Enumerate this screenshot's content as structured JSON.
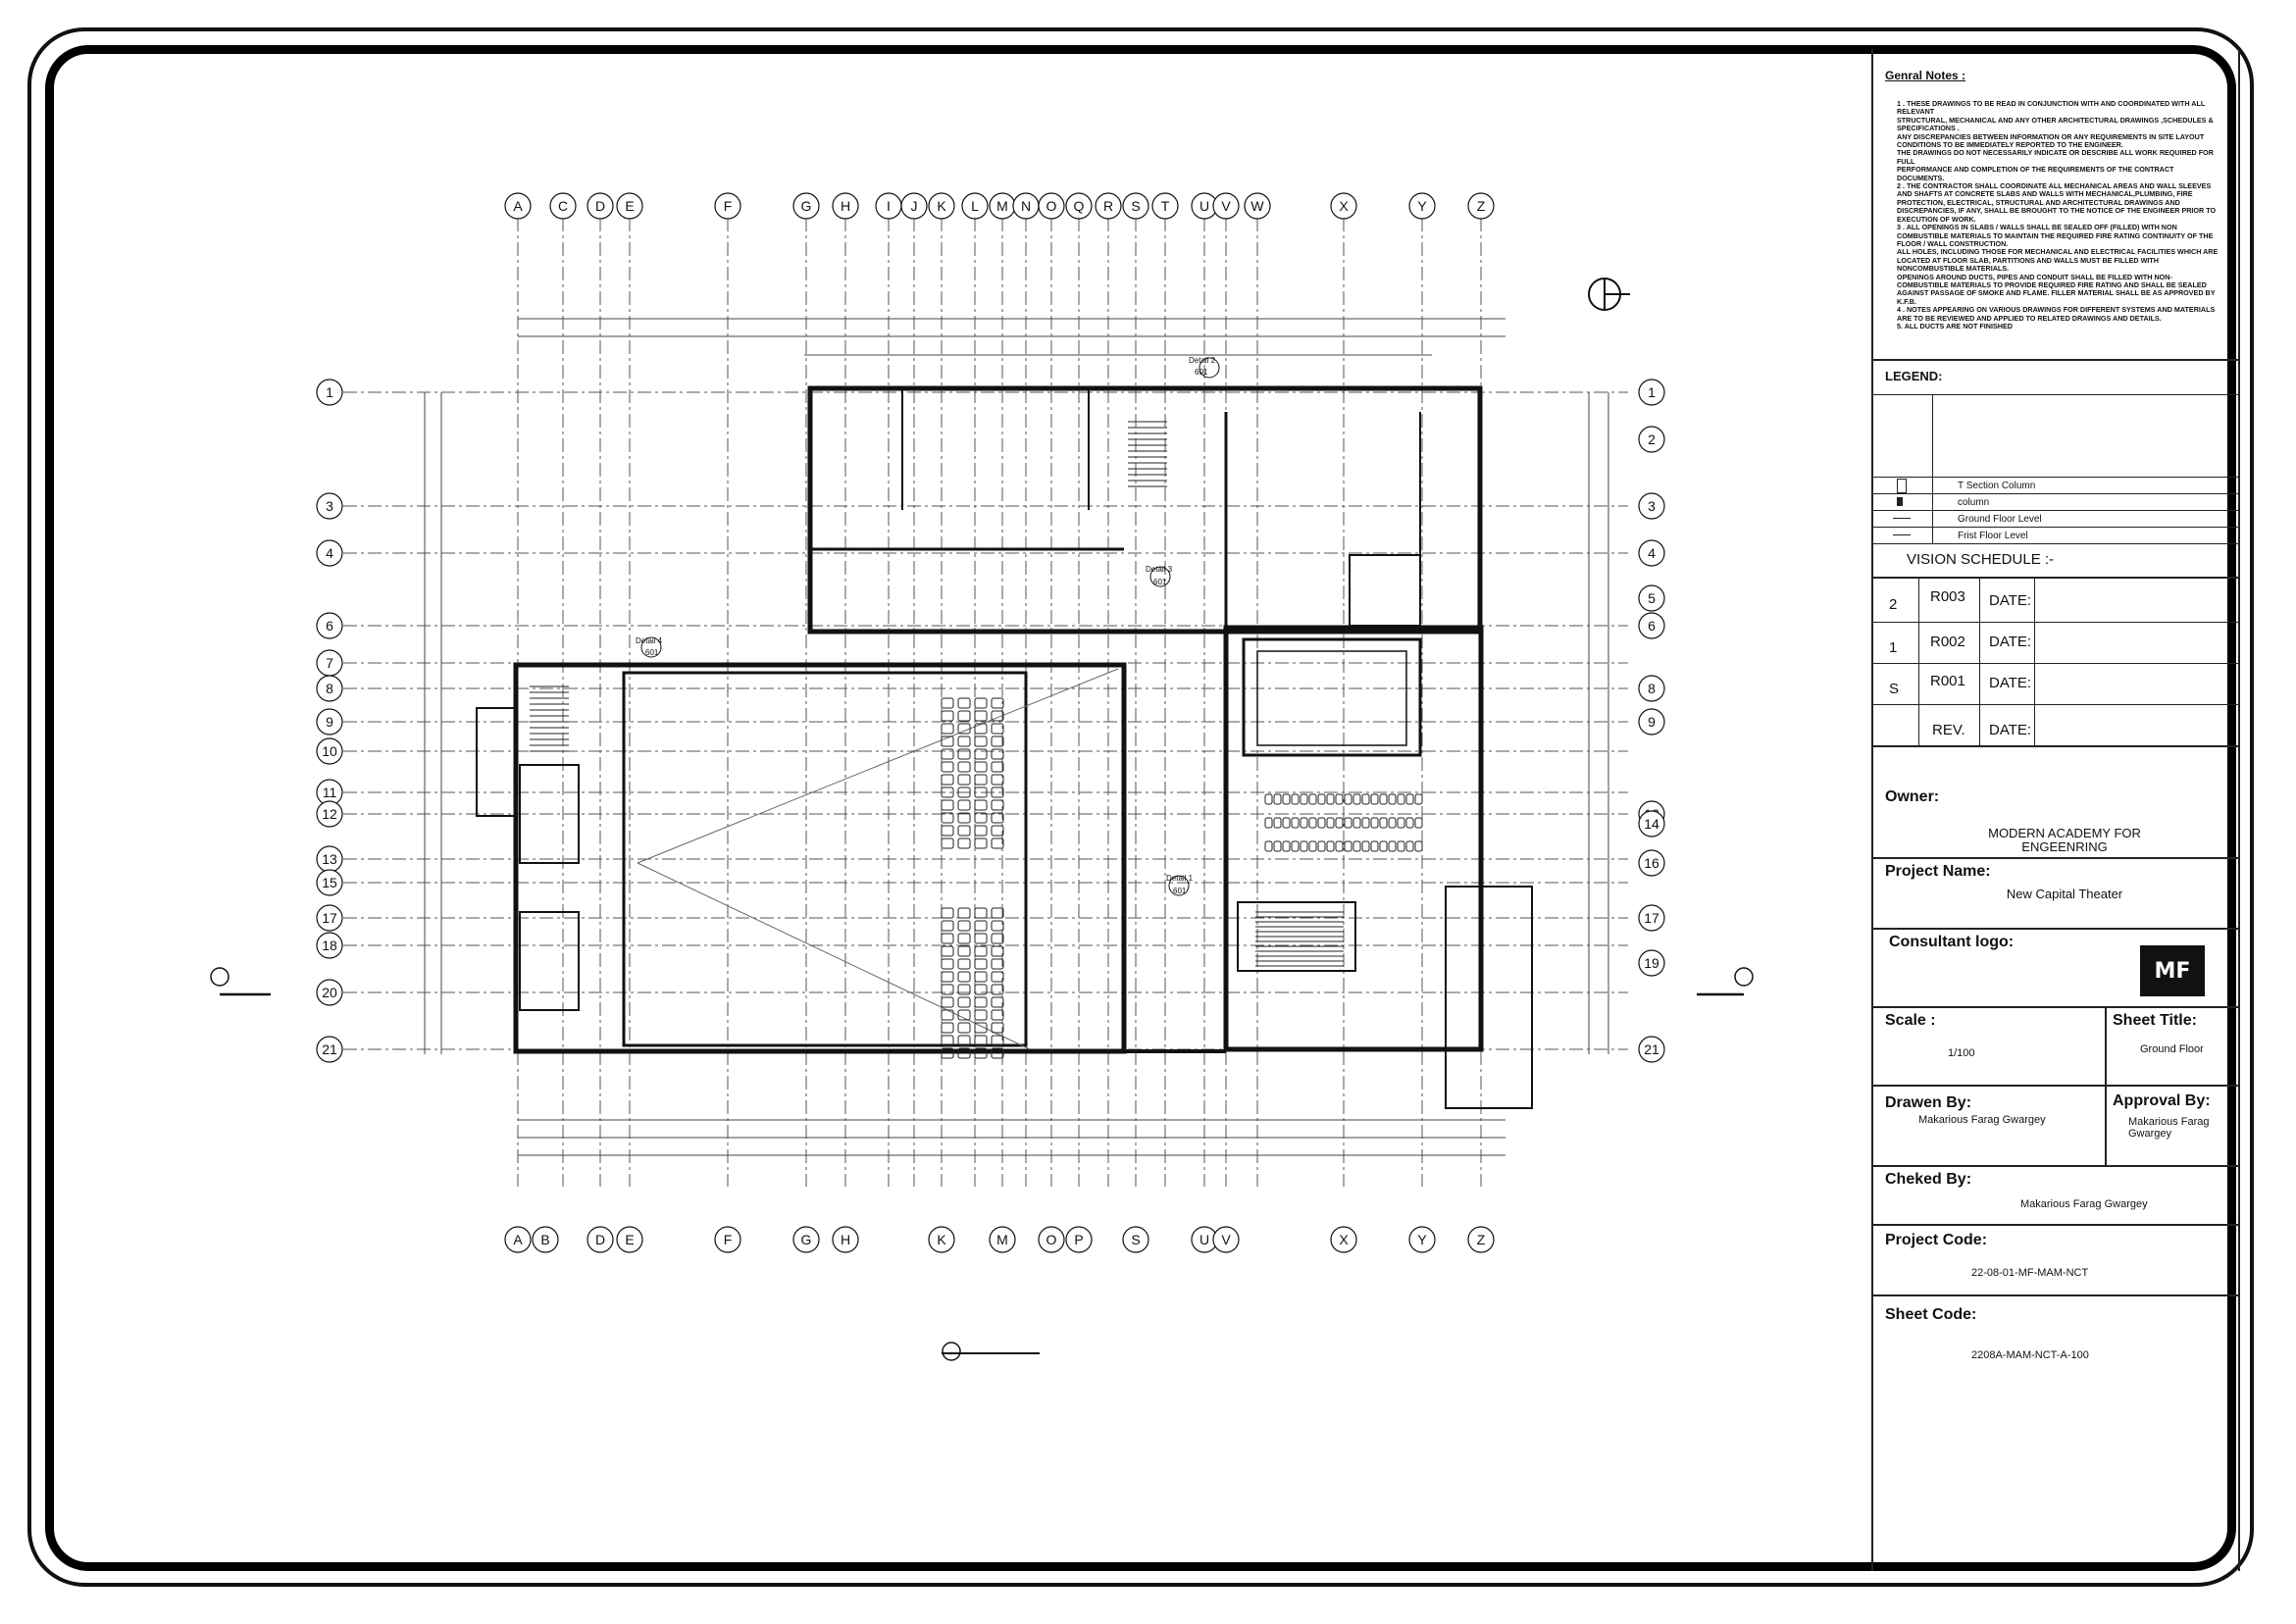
{
  "columns_top": [
    "A",
    "C",
    "D",
    "E",
    "F",
    "G",
    "H",
    "I",
    "J",
    "K",
    "L",
    "M",
    "N",
    "O",
    "Q",
    "R",
    "S",
    "T",
    "U",
    "V",
    "W",
    "X",
    "Y",
    "Z"
  ],
  "columns_bottom": [
    "A",
    "B",
    "D",
    "E",
    "F",
    "G",
    "H",
    "K",
    "M",
    "O",
    "P",
    "S",
    "U",
    "V",
    "X",
    "Y",
    "Z"
  ],
  "rows_left": [
    "1",
    "3",
    "4",
    "6",
    "7",
    "8",
    "9",
    "10",
    "11",
    "12",
    "13",
    "15",
    "17",
    "18",
    "20",
    "21"
  ],
  "rows_right": [
    "1",
    "2",
    "3",
    "4",
    "5",
    "6",
    "8",
    "9",
    "12",
    "14",
    "16",
    "17",
    "19",
    "21"
  ],
  "details": {
    "d1": "Detail 1",
    "d2": "Detail 2",
    "d3": "Detail 3",
    "d4": "Detail 4",
    "ref": "601"
  },
  "title_block": {
    "general_notes_heading": "Genral Notes :",
    "general_notes": "1 . THESE DRAWINGS TO BE READ IN CONJUNCTION WITH AND COORDINATED WITH ALL RELEVANT\nSTRUCTURAL, MECHANICAL AND ANY OTHER ARCHITECTURAL DRAWINGS ,SCHEDULES & SPECIFICATIONS .\nANY DISCREPANCIES BETWEEN INFORMATION OR ANY REQUIREMENTS IN SITE LAYOUT CONDITIONS TO BE IMMEDIATELY REPORTED TO THE ENGINEER.\nTHE DRAWINGS DO NOT NECESSARILY INDICATE OR DESCRIBE ALL WORK REQUIRED FOR FULL\nPERFORMANCE AND COMPLETION OF THE REQUIREMENTS OF THE CONTRACT DOCUMENTS.\n2 . THE CONTRACTOR SHALL COORDINATE ALL MECHANICAL AREAS AND WALL SLEEVES AND SHAFTS AT CONCRETE SLABS AND WALLS WITH MECHANICAL,PLUMBING, FIRE PROTECTION, ELECTRICAL, STRUCTURAL AND ARCHITECTURAL DRAWINGS AND DISCREPANCIES, IF ANY, SHALL BE BROUGHT TO THE NOTICE OF THE ENGINEER PRIOR TO EXECUTION OF WORK.\n3 . ALL OPENINGS IN SLABS / WALLS SHALL BE SEALED OFF (FILLED) WITH NON COMBUSTIBLE MATERIALS TO MAINTAIN THE REQUIRED FIRE RATING CONTINUITY OF THE FLOOR / WALL CONSTRUCTION.\nALL HOLES, INCLUDING THOSE FOR MECHANICAL AND ELECTRICAL FACILITIES WHICH ARE LOCATED AT FLOOR SLAB, PARTITIONS AND WALLS MUST BE FILLED WITH NONCOMBUSTIBLE MATERIALS.\nOPENINGS AROUND DUCTS, PIPES AND CONDUIT SHALL BE FILLED WITH NON-COMBUSTIBLE MATERIALS TO PROVIDE REQUIRED FIRE RATING AND SHALL BE SEALED AGAINST PASSAGE OF SMOKE AND FLAME. FILLER MATERIAL SHALL BE AS APPROVED BY K.F.B.\n4 . NOTES APPEARING ON VARIOUS DRAWINGS FOR DIFFERENT SYSTEMS AND MATERIALS ARE TO BE REVIEWED AND APPLIED TO RELATED DRAWINGS AND DETAILS.\n5. ALL DUCTS ARE NOT FINISHED",
    "legend_heading": "LEGEND:",
    "legend_items": [
      "T Section Column",
      "column",
      "Ground Floor Level",
      "Frist Floor Level"
    ],
    "vision_heading": "VISION SCHEDULE :-",
    "revisions": [
      {
        "n": "2",
        "code": "R003",
        "date": "DATE:"
      },
      {
        "n": "1",
        "code": "R002",
        "date": "DATE:"
      },
      {
        "n": "S",
        "code": "R001",
        "date": "DATE:"
      },
      {
        "n": "",
        "code": "REV.",
        "date": "DATE:"
      }
    ],
    "owner_label": "Owner:",
    "owner_line1": "MODERN ACADEMY FOR",
    "owner_line2": "ENGEENRING",
    "project_name_label": "Project Name:",
    "project_name": "New Capital Theater",
    "consultant_label": "Consultant logo:",
    "logo_text": "MF",
    "scale_label": "Scale :",
    "scale": "1/100",
    "sheet_title_label": "Sheet Title:",
    "sheet_title": "Ground Floor",
    "drawn_by_label": "Drawen By:",
    "drawn_by": "Makarious Farag Gwargey",
    "approval_label": "Approval By:",
    "approval_line1": "Makarious Farag",
    "approval_line2": "Gwargey",
    "checked_label": "Cheked By:",
    "checked_by": "Makarious Farag Gwargey",
    "project_code_label": "Project Code:",
    "project_code": "22-08-01-MF-MAM-NCT",
    "sheet_code_label": "Sheet Code:",
    "sheet_code": "2208A-MAM-NCT-A-100"
  }
}
